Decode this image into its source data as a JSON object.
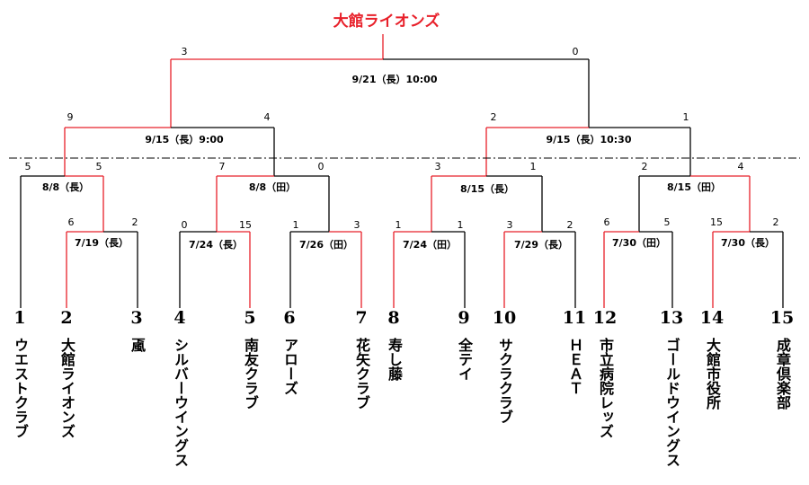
{
  "champion": "大館ライオンズ",
  "colors": {
    "winner": "#e8202a",
    "line": "#000000",
    "text": "#000000"
  },
  "teams": [
    {
      "num": "1",
      "name": "ウエストクラブ"
    },
    {
      "num": "2",
      "name": "大館ライオンズ"
    },
    {
      "num": "3",
      "name": "颪"
    },
    {
      "num": "4",
      "name": "シルバーウイングス"
    },
    {
      "num": "5",
      "name": "南友クラブ"
    },
    {
      "num": "6",
      "name": "アローズ"
    },
    {
      "num": "7",
      "name": "花矢クラブ"
    },
    {
      "num": "8",
      "name": "寿し藤"
    },
    {
      "num": "9",
      "name": "全テイ"
    },
    {
      "num": "10",
      "name": "サクラクラブ"
    },
    {
      "num": "11",
      "name": "ＨＥＡＴ"
    },
    {
      "num": "12",
      "name": "市立病院レッズ"
    },
    {
      "num": "13",
      "name": "ゴールドウイングス"
    },
    {
      "num": "14",
      "name": "大館市役所"
    },
    {
      "num": "15",
      "name": "成章倶楽部"
    }
  ],
  "matches": [
    {
      "id": "r1a",
      "date": "7/19（長）",
      "score_left": "6",
      "score_right": "2"
    },
    {
      "id": "r1b",
      "date": "7/24（長）",
      "score_left": "0",
      "score_right": "15"
    },
    {
      "id": "r1c",
      "date": "7/26（田）",
      "score_left": "1",
      "score_right": "3"
    },
    {
      "id": "r1d",
      "date": "7/24（田）",
      "score_left": "1",
      "score_right": "1"
    },
    {
      "id": "r1e",
      "date": "7/29（長）",
      "score_left": "3",
      "score_right": "2"
    },
    {
      "id": "r1f",
      "date": "7/30（田）",
      "score_left": "6",
      "score_right": "5"
    },
    {
      "id": "r1g",
      "date": "7/30（長）",
      "score_left": "15",
      "score_right": "2"
    },
    {
      "id": "r2a",
      "date": "8/8（長）",
      "score_left": "5",
      "score_right": "5"
    },
    {
      "id": "r2b",
      "date": "8/8（田）",
      "score_left": "7",
      "score_right": "0"
    },
    {
      "id": "r2c",
      "date": "8/15（長）",
      "score_left": "3",
      "score_right": "1"
    },
    {
      "id": "r2d",
      "date": "8/15（田）",
      "score_left": "2",
      "score_right": "4"
    },
    {
      "id": "sf1",
      "date": "9/15（長）9:00",
      "score_left": "9",
      "score_right": "4"
    },
    {
      "id": "sf2",
      "date": "9/15（長）10:30",
      "score_left": "2",
      "score_right": "1"
    },
    {
      "id": "final",
      "date": "9/21（長）10:00",
      "score_left": "3",
      "score_right": "0"
    }
  ]
}
